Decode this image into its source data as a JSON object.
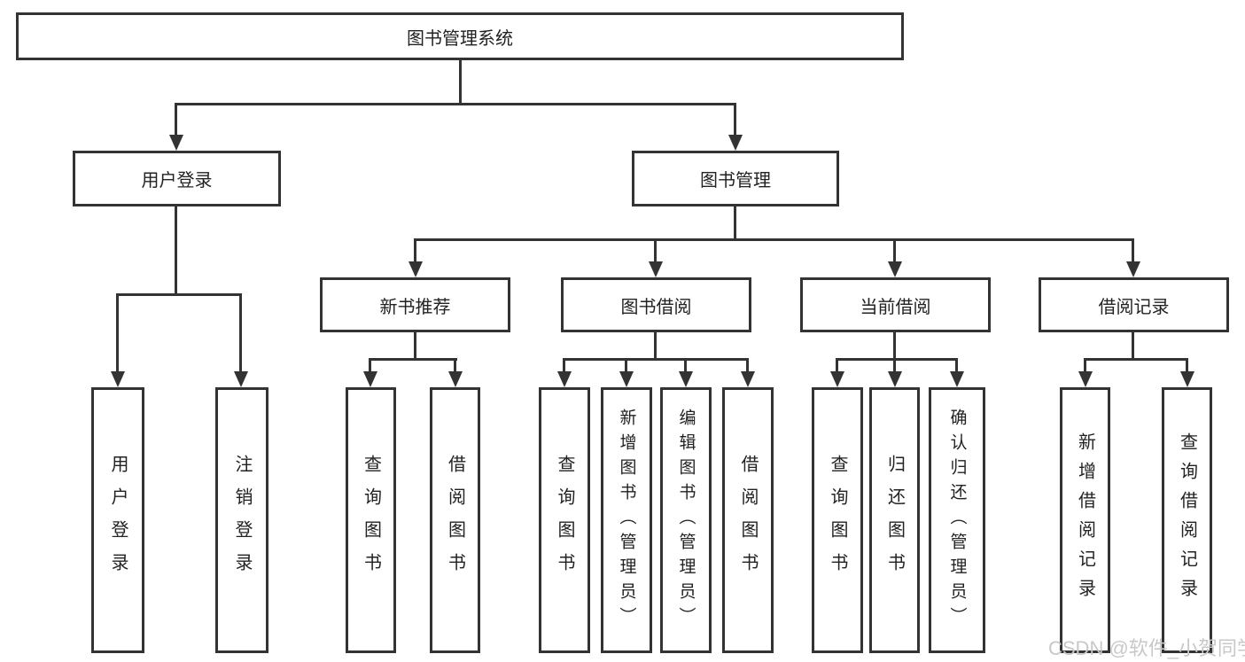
{
  "root": {
    "label": "图书管理系统"
  },
  "branches": {
    "user": {
      "label": "用户登录",
      "leaves": [
        "用户登录",
        "注销登录"
      ]
    },
    "book": {
      "label": "图书管理",
      "groups": [
        {
          "label": "新书推荐",
          "leaves": [
            "查询图书",
            "借阅图书"
          ]
        },
        {
          "label": "图书借阅",
          "leaves": [
            "查询图书",
            "新增图书（管理员）",
            "编辑图书（管理员）",
            "借阅图书"
          ]
        },
        {
          "label": "当前借阅",
          "leaves": [
            "查询图书",
            "归还图书",
            "确认归还（管理员）"
          ]
        },
        {
          "label": "借阅记录",
          "leaves": [
            "新增借阅记录",
            "查询借阅记录"
          ]
        }
      ]
    }
  },
  "watermark": {
    "text": "CSDN @软件_小贺同学",
    "color": "#c8c8c8"
  },
  "colors": {
    "line": "#333333",
    "text": "#222222",
    "background": "#ffffff"
  }
}
